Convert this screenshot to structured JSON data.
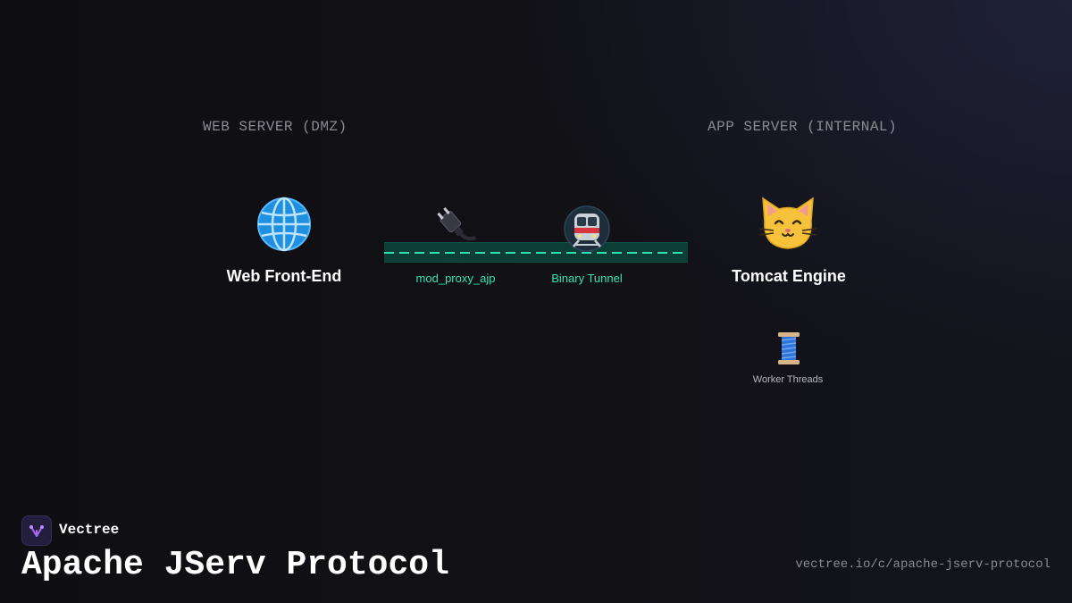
{
  "zones": {
    "web": "WEB SERVER (DMZ)",
    "app": "APP SERVER (INTERNAL)"
  },
  "nodes": {
    "web_front_end": {
      "label": "Web Front-End",
      "icon": "globe-icon"
    },
    "tomcat": {
      "label": "Tomcat Engine",
      "icon": "cat-icon"
    }
  },
  "connection": {
    "proxy": {
      "label": "mod_proxy_ajp",
      "icon": "plug-icon"
    },
    "tunnel": {
      "label": "Binary Tunnel",
      "icon": "train-icon"
    },
    "accent_color": "#34e3b2"
  },
  "worker": {
    "label": "Worker Threads",
    "icon": "thread-spool-icon"
  },
  "brand": {
    "name": "Vectree",
    "icon": "vectree-logo-icon"
  },
  "title": "Apache JServ Protocol",
  "url": "vectree.io/c/apache-jserv-protocol"
}
